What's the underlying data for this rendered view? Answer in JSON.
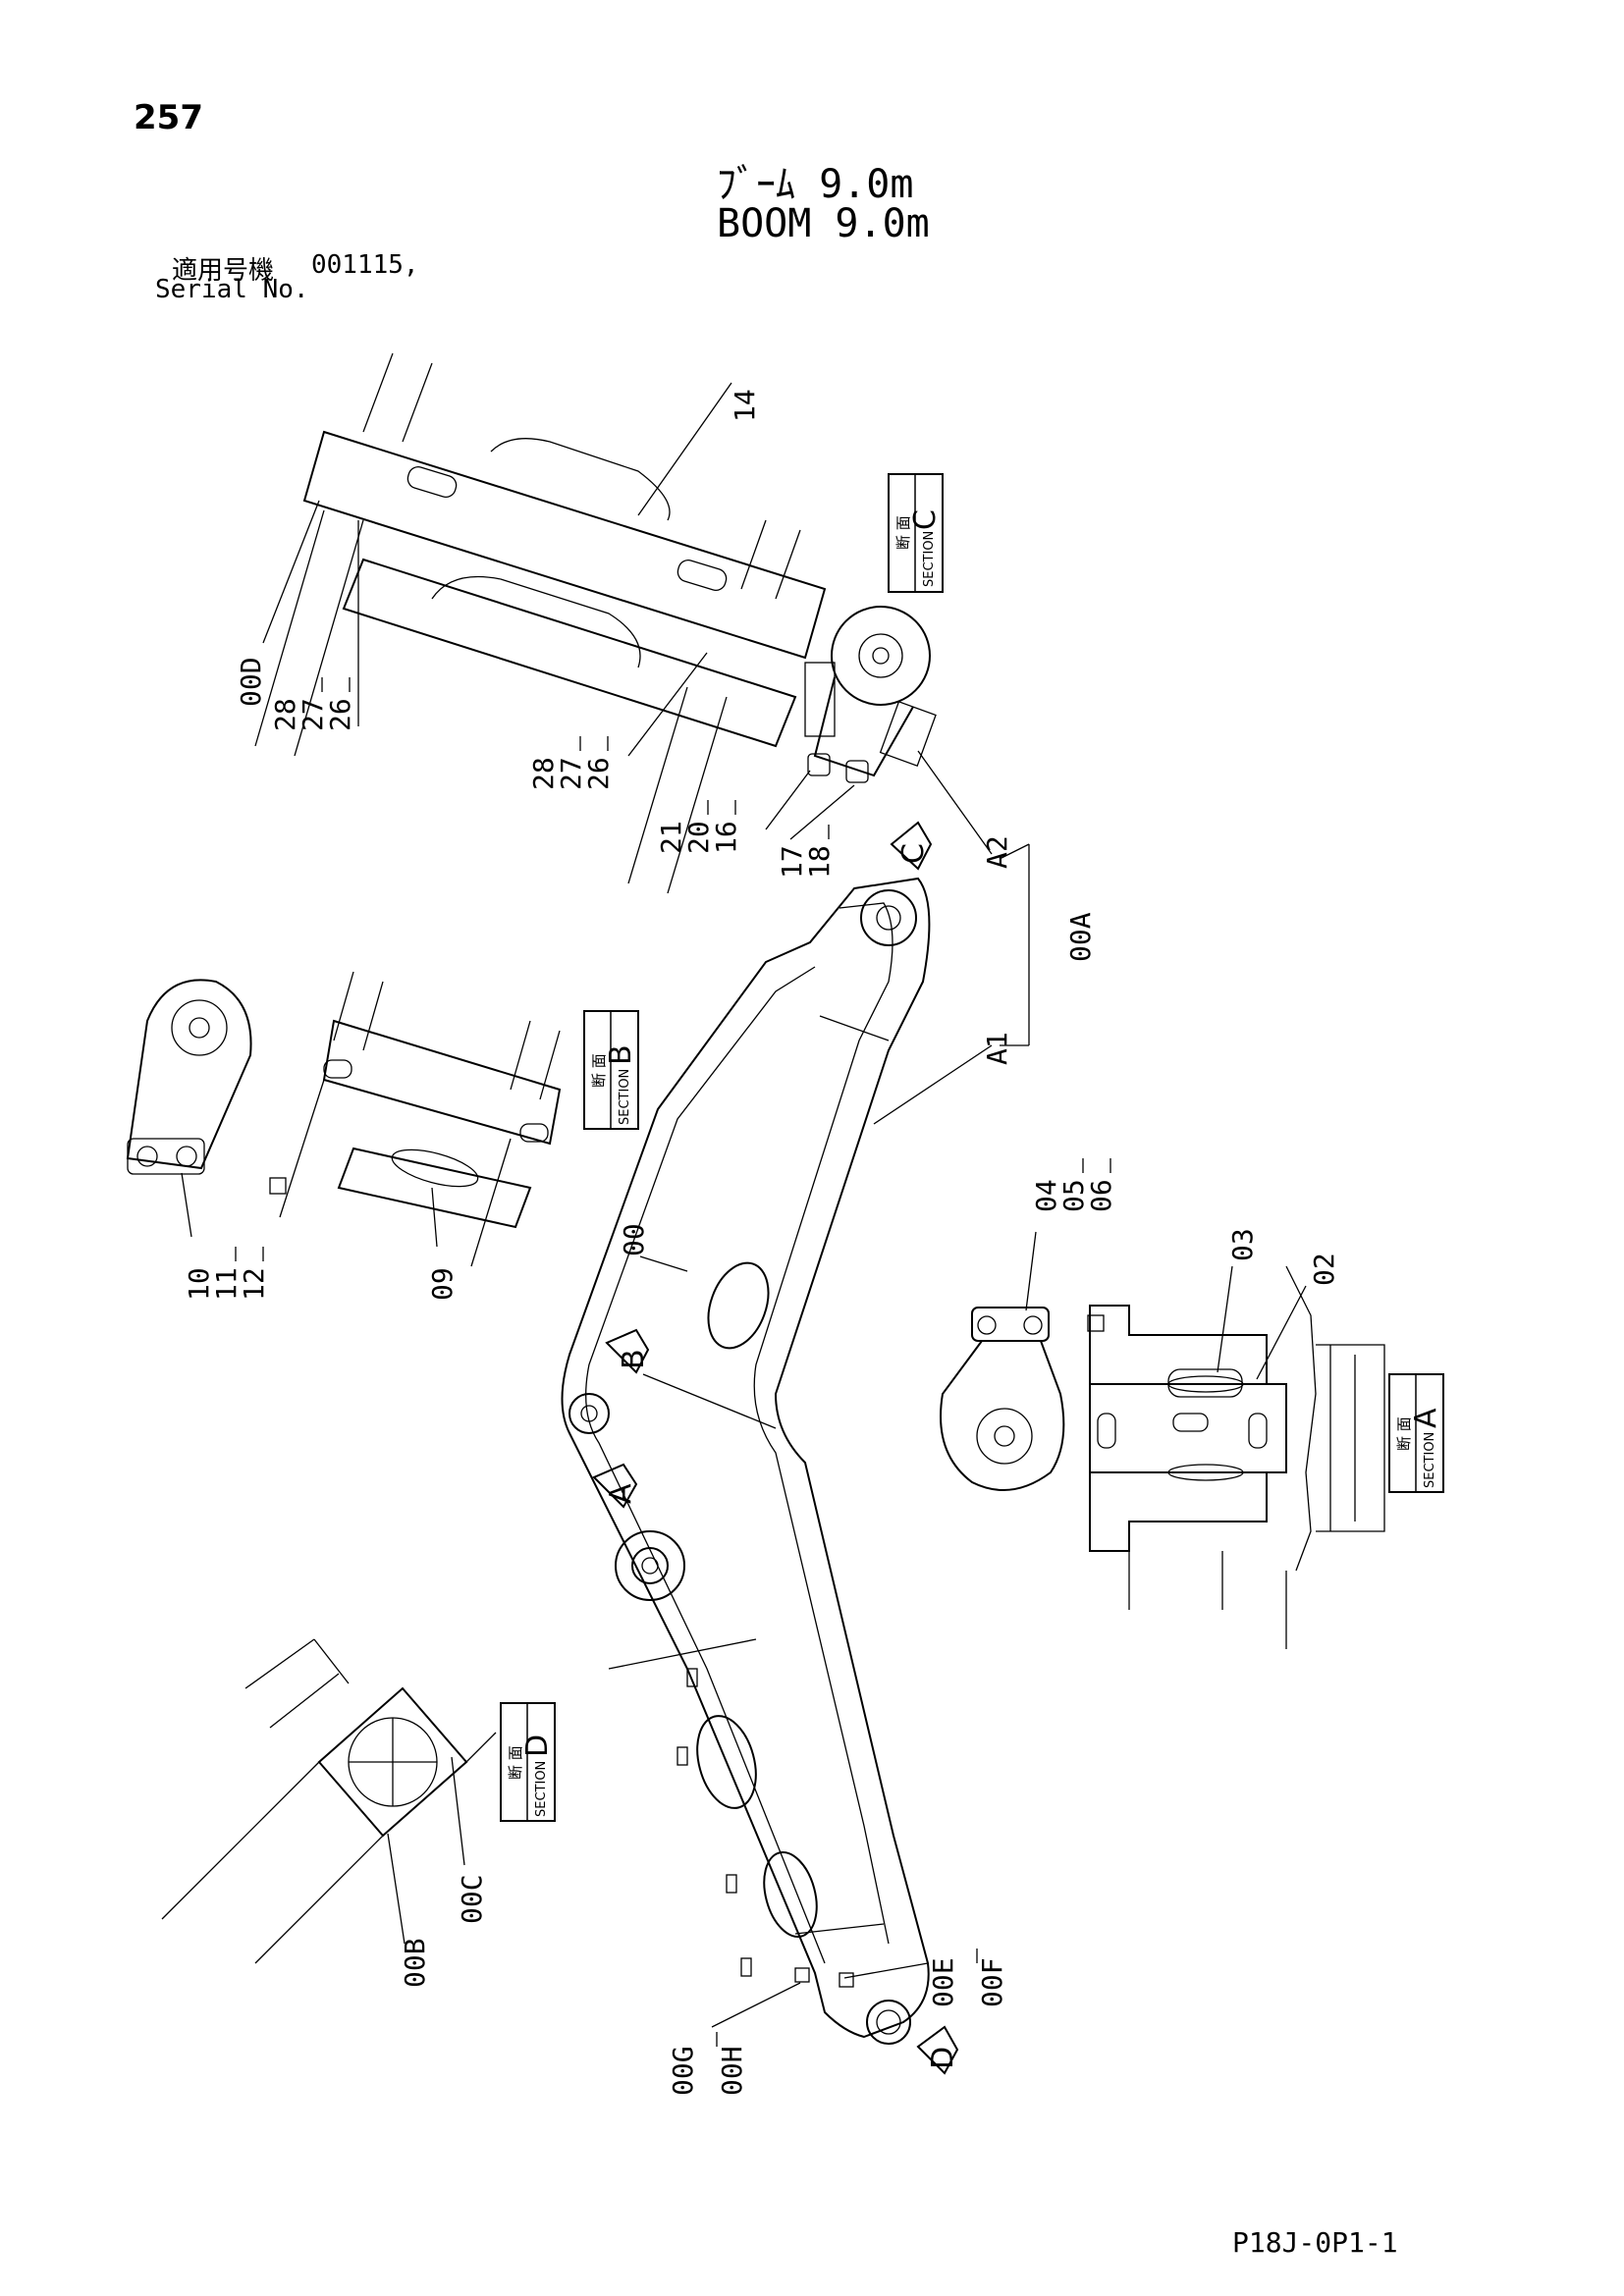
{
  "page_number": "257",
  "title": {
    "jp": "ﾌﾞｰﾑ 9.0m",
    "en": "BOOM 9.0m"
  },
  "serial": {
    "label_jp": "適用号機",
    "value": "001115,",
    "label_en": "Serial No."
  },
  "document_code": "P18J-0P1-1",
  "section_box": {
    "jp": "断 面",
    "en": "SECTION"
  },
  "sections": {
    "a": "A",
    "b": "B",
    "c": "C",
    "d": "D"
  },
  "markers": {
    "a": "A",
    "b": "B",
    "c": "C",
    "d": "D"
  },
  "parts": {
    "p00": "00",
    "p00A": "00A",
    "p00B": "00B",
    "p00C": "00C",
    "p00D": "00D",
    "p00E": "00E",
    "p00F": "00F",
    "p00G": "00G",
    "p00H": "00H",
    "A1": "A1",
    "A2": "A2",
    "p02": "02",
    "p03": "03",
    "p04": "04",
    "p05": "05",
    "p06": "06",
    "p09": "09",
    "p10": "10",
    "p11": "11",
    "p12": "12",
    "p14": "14",
    "p16": "16",
    "p17": "17",
    "p18": "18",
    "p20": "20",
    "p21": "21",
    "p26": "26",
    "p27": "27",
    "p28": "28"
  },
  "colors": {
    "ink": "#000000",
    "paper": "#ffffff"
  }
}
